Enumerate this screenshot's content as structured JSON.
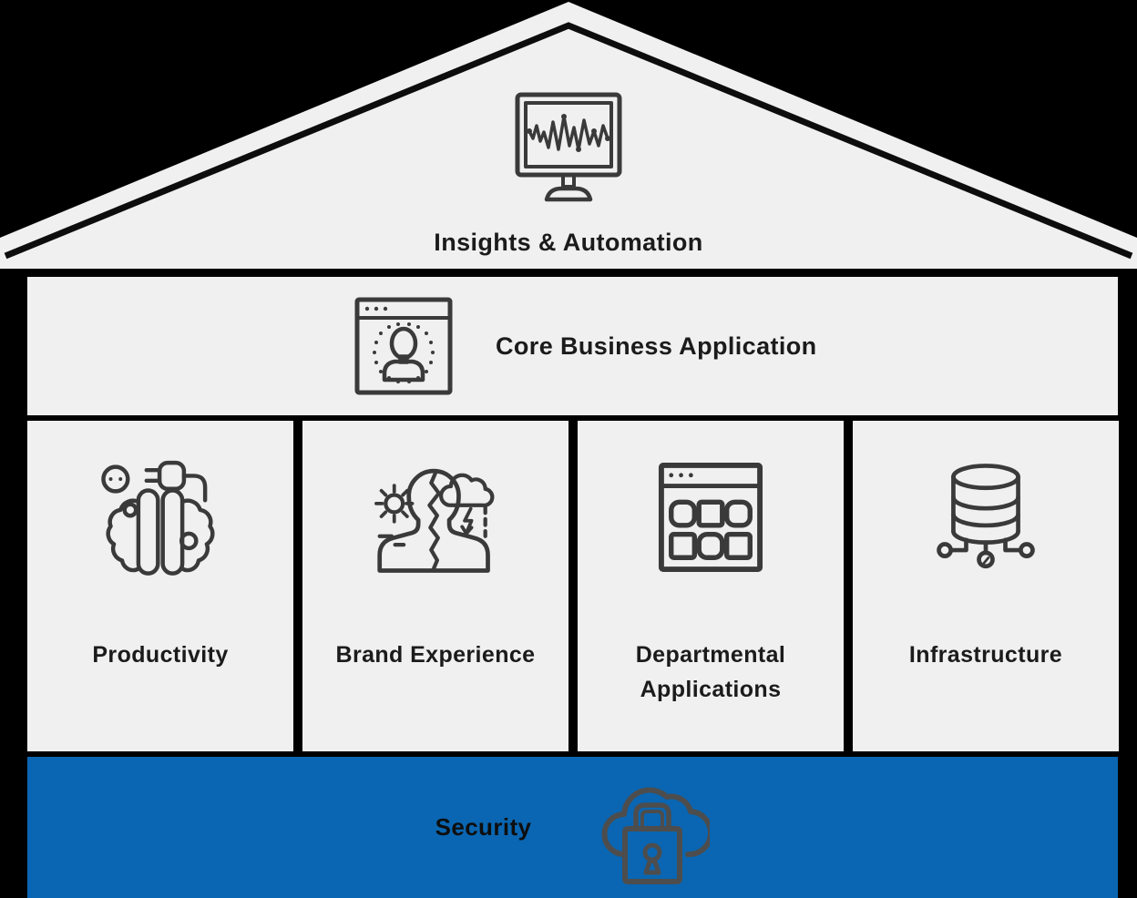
{
  "colors": {
    "background": "#000000",
    "panel": "#f0f0f0",
    "security_bar": "#0a66b2",
    "icon_stroke": "#3a3a3a",
    "security_icon_stroke": "#4d4d4d",
    "text": "#1b1b1b",
    "roof_inner_line": "#0d0d0d"
  },
  "roof": {
    "label": "Insights & Automation",
    "icon": "monitor-waveform-icon"
  },
  "core": {
    "label": "Core Business Application",
    "icon": "browser-user-icon"
  },
  "columns": [
    {
      "label": "Productivity",
      "icon": "brain-plug-icon"
    },
    {
      "label": "Brand Experience",
      "icon": "head-weather-icon"
    },
    {
      "label": "Departmental Applications",
      "icon": "app-grid-icon"
    },
    {
      "label": "Infrastructure",
      "icon": "database-icon"
    }
  ],
  "security": {
    "label": "Security",
    "icon": "cloud-lock-icon"
  }
}
